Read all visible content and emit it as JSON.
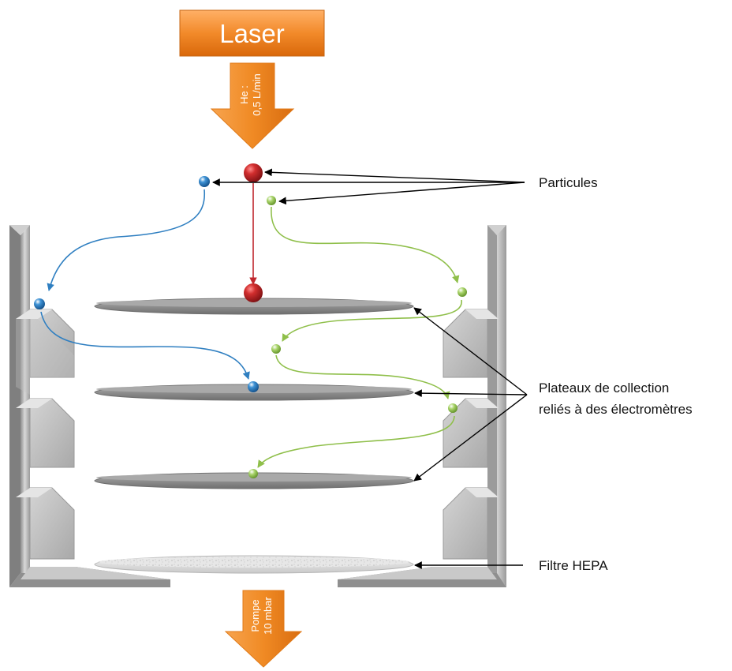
{
  "laser": {
    "label": "Laser"
  },
  "inlet": {
    "line1": "He :",
    "line2": "0,5 L/min"
  },
  "outlet": {
    "line1": "Pompe",
    "line2": "10 mbar"
  },
  "labels": {
    "particles": "Particules",
    "plates_line1": "Plateaux de collection",
    "plates_line2": "reliés à des électromètres",
    "filter": "Filtre HEPA"
  },
  "colors": {
    "laser_orange": "#f08020",
    "red_particle": "#c0272d",
    "blue_particle": "#2f7fc1",
    "green_particle": "#8fbf4a",
    "plate_gray": "#8c8c8c",
    "wall_gray": "#a6a6a6"
  }
}
